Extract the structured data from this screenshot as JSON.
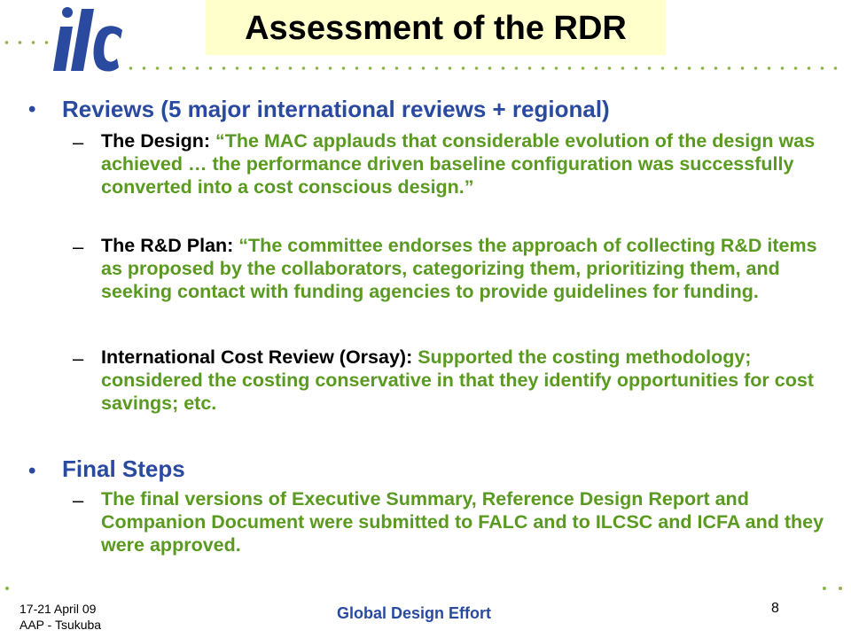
{
  "header": {
    "logo_text": "ilc",
    "title": "Assessment of the RDR"
  },
  "content": {
    "bullets": [
      {
        "text": "Reviews (5 major international reviews + regional)",
        "items": [
          {
            "lead": "The Design:",
            "quote": "“The MAC applauds that considerable evolution of the design was achieved … the performance driven baseline configuration was successfully converted into a cost conscious design.”"
          },
          {
            "lead": "The R&D Plan:",
            "quote": "“The committee endorses the approach of collecting R&D items as proposed by the collaborators, categorizing them, prioritizing them, and seeking contact with funding agencies to provide guidelines for funding."
          },
          {
            "lead": "International Cost Review (Orsay):",
            "quote": "Supported the costing methodology; considered the costing conservative in that they identify opportunities for cost savings; etc."
          }
        ]
      },
      {
        "text": "Final Steps",
        "items": [
          {
            "lead": "",
            "quote": "The final versions of Executive Summary, Reference Design Report and Companion Document were submitted to FALC and to ILCSC and ICFA and they were approved."
          }
        ]
      }
    ]
  },
  "footer": {
    "date": "17-21 April 09",
    "venue": "AAP - Tsukuba",
    "center": "Global Design Effort",
    "page": "8"
  },
  "colors": {
    "title_bg": "#ffffcc",
    "bullet_blue": "#2a4aa0",
    "quote_green": "#5a9a20",
    "dot_green": "#8fb24a",
    "logo_blue": "#2a4aa0"
  }
}
